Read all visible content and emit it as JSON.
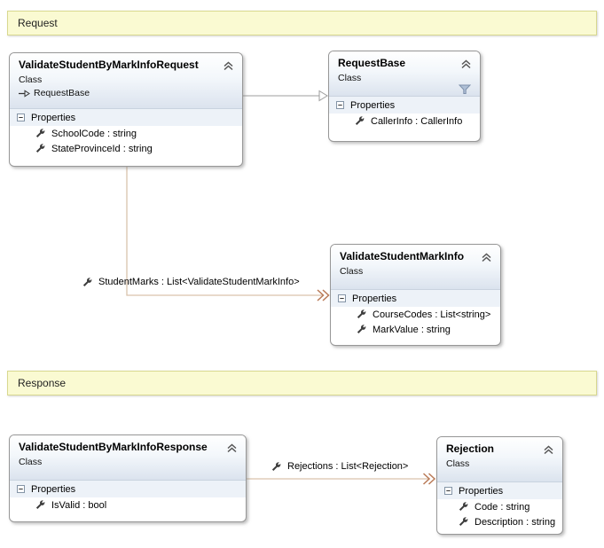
{
  "banners": {
    "request": "Request",
    "response": "Response"
  },
  "labels": {
    "properties": "Properties"
  },
  "boxes": {
    "request_main": {
      "name": "ValidateStudentByMarkInfoRequest",
      "kind": "Class",
      "base": "RequestBase",
      "props": [
        "SchoolCode : string",
        "StateProvinceId : string"
      ]
    },
    "request_base": {
      "name": "RequestBase",
      "kind": "Class",
      "props": [
        "CallerInfo : CallerInfo"
      ]
    },
    "mark_info": {
      "name": "ValidateStudentMarkInfo",
      "kind": "Class",
      "props": [
        "CourseCodes : List<string>",
        "MarkValue : string"
      ]
    },
    "response_main": {
      "name": "ValidateStudentByMarkInfoResponse",
      "kind": "Class",
      "props": [
        "IsValid : bool"
      ]
    },
    "rejection": {
      "name": "Rejection",
      "kind": "Class",
      "props": [
        "Code : string",
        "Description : string"
      ]
    }
  },
  "associations": {
    "student_marks": {
      "label": "StudentMarks : List<ValidateStudentMarkInfo>"
    },
    "rejections": {
      "label": "Rejections : List<Rejection>"
    }
  },
  "icons": {
    "collapse": "double-chevron-up",
    "section_collapse": "minus-box",
    "property": "wrench",
    "filter": "funnel",
    "inheritance": "hollow-triangle-arrow",
    "association_arrow": "double-chevron-right"
  },
  "colors": {
    "banner_bg": "#fafad2",
    "banner_border": "#d8d88f",
    "header_gradient_bottom": "#dbe3ee",
    "section_band_bg": "#edf2f8",
    "association_line": "#d9c2ac",
    "association_arrow": "#b97a57",
    "inheritance_line": "#9c9c9c"
  }
}
